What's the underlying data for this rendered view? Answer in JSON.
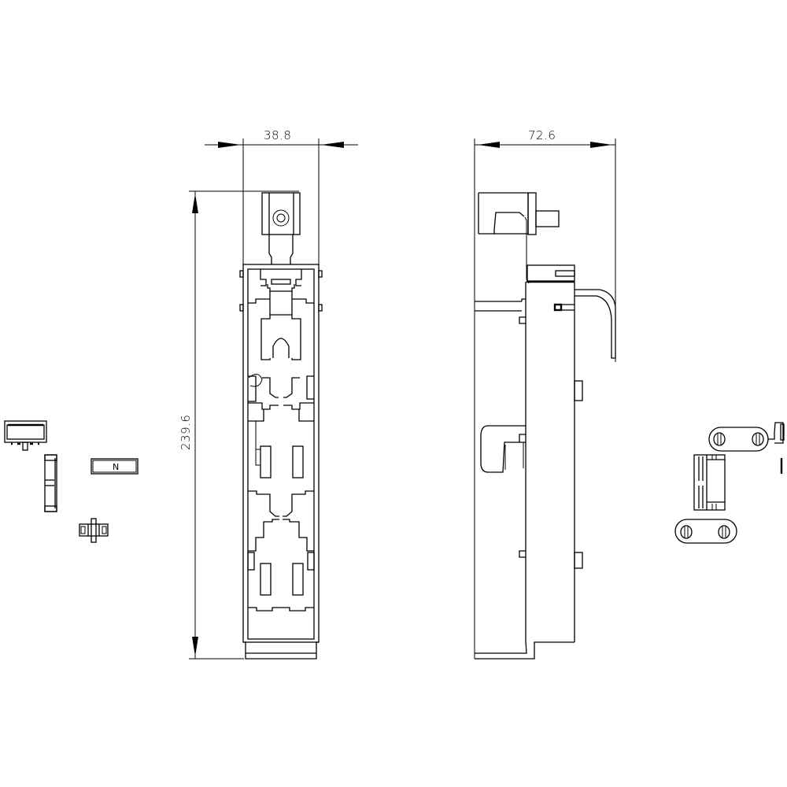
{
  "drawing": {
    "type": "technical-dimension-drawing",
    "line_color": "#000000",
    "background": "#ffffff"
  },
  "dimensions": {
    "width_front": {
      "label": "38.8",
      "unit": "mm",
      "orientation": "horizontal"
    },
    "depth_side": {
      "label": "72.6",
      "unit": "mm",
      "orientation": "horizontal"
    },
    "height_front": {
      "label": "239.6",
      "unit": "mm",
      "orientation": "vertical"
    }
  },
  "views": [
    {
      "id": "front-view",
      "description": "front view of fuse base"
    },
    {
      "id": "side-view",
      "description": "side view of fuse base"
    }
  ],
  "accessories_left": {
    "items": [
      {
        "id": "label-holder"
      },
      {
        "id": "side-clip"
      },
      {
        "id": "neutral-marker",
        "text": "N"
      },
      {
        "id": "connector-pin"
      }
    ]
  },
  "accessories_right": {
    "items": [
      {
        "id": "screw-link-top"
      },
      {
        "id": "terminal-block"
      },
      {
        "id": "screw-link-bottom"
      },
      {
        "id": "pin-mark"
      }
    ]
  }
}
